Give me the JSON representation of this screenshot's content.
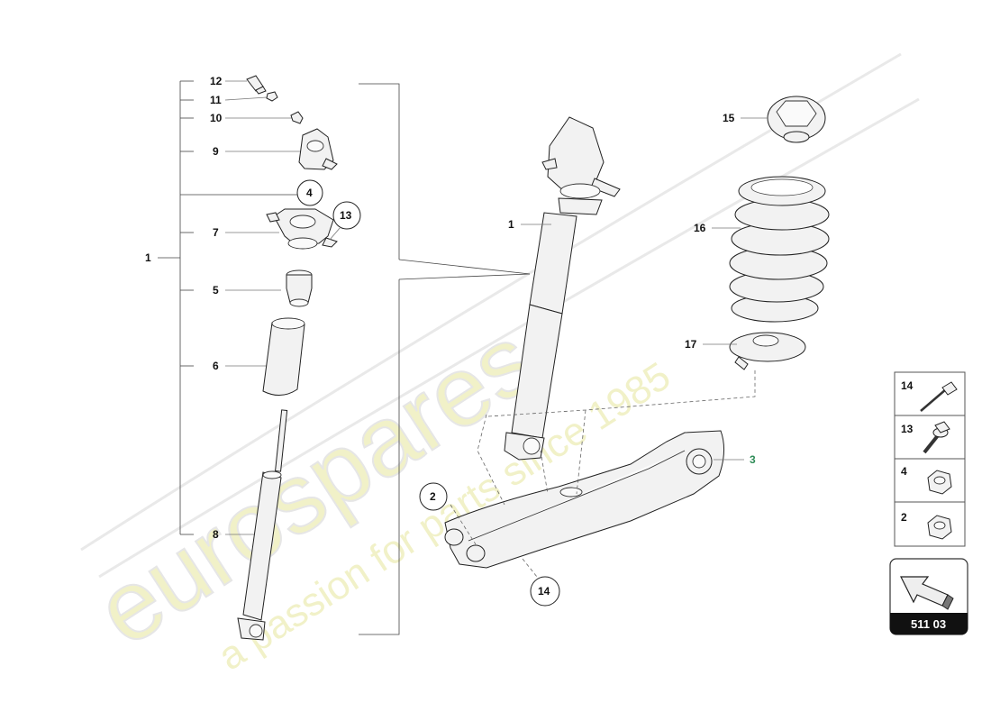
{
  "watermark": {
    "brand": "eurospares",
    "tagline": "a passion for parts since 1985"
  },
  "callouts": {
    "c1_left": "1",
    "c12": "12",
    "c11": "11",
    "c10": "10",
    "c9": "9",
    "c4_circle": "4",
    "c13_circle": "13",
    "c7": "7",
    "c5": "5",
    "c6": "6",
    "c8": "8",
    "c1_shock": "1",
    "c2_circle": "2",
    "c14_circle": "14",
    "c3": "3",
    "c15": "15",
    "c16": "16",
    "c17": "17"
  },
  "legend": {
    "items": [
      {
        "label": "14",
        "icon": "bolt-long-icon"
      },
      {
        "label": "13",
        "icon": "bolt-flange-icon"
      },
      {
        "label": "4",
        "icon": "nut-icon"
      },
      {
        "label": "2",
        "icon": "nut-icon"
      }
    ]
  },
  "reference": {
    "code": "511 03",
    "icon": "arrow-icon"
  },
  "colors": {
    "callout_3": "#2e8b57",
    "reference_bg": "#111111"
  }
}
